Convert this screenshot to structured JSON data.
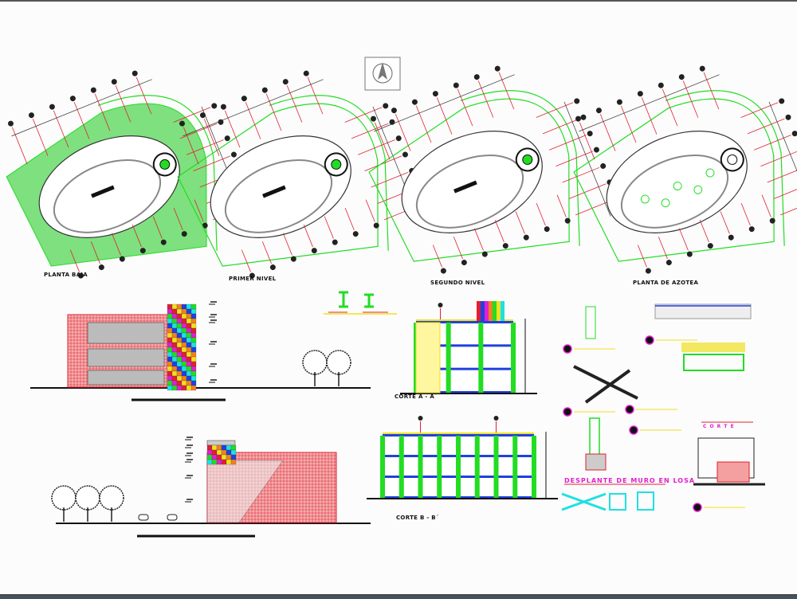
{
  "drawing": {
    "plans": [
      {
        "label": "PLANTA BAJA"
      },
      {
        "label": "PRIMER NIVEL"
      },
      {
        "label": "SEGUNDO NIVEL"
      },
      {
        "label": "PLANTA DE AZOTEA"
      }
    ],
    "sections": [
      {
        "label": "CORTE A - A´"
      },
      {
        "label": "CORTE B - B´"
      }
    ],
    "details": {
      "wall_detail": "DESPLANTE DE MURO EN LOSA",
      "cut": "C O R T E"
    },
    "colors": {
      "background": "#fcfcfc",
      "green": "#22dd22",
      "red": "#e02030",
      "yellow": "#f0e020",
      "magenta": "#e020d0",
      "cyan": "#20e0e0"
    },
    "icons": [
      "north-arrow-icon",
      "tree-icon",
      "car-icon",
      "axis-bubble-icon"
    ]
  }
}
